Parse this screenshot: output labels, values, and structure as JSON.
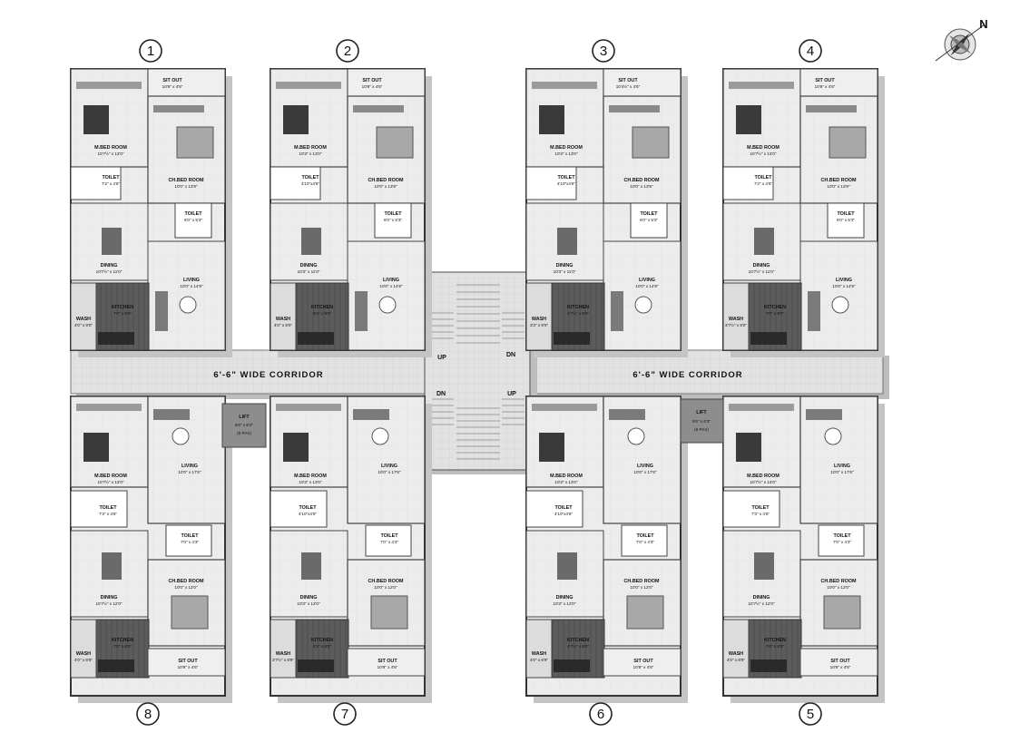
{
  "corridor": {
    "label_left": "6'-6\"  WIDE CORRIDOR",
    "label_right": "6'-6\"  WIDE CORRIDOR"
  },
  "stairs": {
    "up_top": "UP",
    "dn_top": "DN",
    "dn_bottom": "DN",
    "up_bottom": "UP"
  },
  "lifts": [
    {
      "title": "LIFT",
      "size": "6'6\" x 6'3\"",
      "note": "(8 PAX)"
    },
    {
      "title": "LIFT",
      "size": "6'6\" x 6'3\"",
      "note": "(8 PAX)"
    }
  ],
  "compass": {
    "label": "N"
  },
  "units": [
    {
      "number": "1",
      "bed_m": "M.BED ROOM",
      "bed_m_dim": "10'7½\" x 13'0\"",
      "toilet_m": "TOILET",
      "toilet_m_dim": "7'2\" x 4'6\"",
      "bed_c": "CH.BED ROOM",
      "bed_c_dim": "10'0\" x 13'9\"",
      "toilet_c": "TOILET",
      "toilet_c_dim": "6'0\" x 5'3\"",
      "sitout": "SIT OUT",
      "sitout_dim": "10'9\" x 4'6\"",
      "dining": "DINING",
      "dining_dim": "10'7½\" x 11'0\"",
      "living": "LIVING",
      "living_dim": "10'0\" x 14'9\"",
      "kitchen": "KITCHEN",
      "kitchen_dim": "7'0\" x 9'0\"",
      "wash": "WASH",
      "wash_dim": "4'0\" x 9'0\""
    },
    {
      "number": "2",
      "bed_m": "M.BED ROOM",
      "bed_m_dim": "10'3\" x 13'0\"",
      "toilet_m": "TOILET",
      "toilet_m_dim": "4'10\"x4'6\"",
      "bed_c": "CH.BED ROOM",
      "bed_c_dim": "10'0\" x 13'9\"",
      "toilet_c": "TOILET",
      "toilet_c_dim": "6'0\" x 5'3\"",
      "sitout": "SIT OUT",
      "sitout_dim": "10'9\" x 4'6\"",
      "dining": "DINING",
      "dining_dim": "10'3\" x 11'0\"",
      "living": "LIVING",
      "living_dim": "10'0\" x 14'9\"",
      "kitchen": "KITCHEN",
      "kitchen_dim": "6'3\" x 9'0\"",
      "wash": "WASH",
      "wash_dim": "4'0\" x 9'0\""
    },
    {
      "number": "3",
      "bed_m": "M.BED ROOM",
      "bed_m_dim": "10'3\" x 13'0\"",
      "toilet_m": "TOILET",
      "toilet_m_dim": "4'10\"x4'6\"",
      "bed_c": "CH.BED ROOM",
      "bed_c_dim": "10'0\" x 13'9\"",
      "toilet_c": "TOILET",
      "toilet_c_dim": "6'0\" x 5'3\"",
      "sitout": "SIT OUT",
      "sitout_dim": "10'4½\" x 4'6\"",
      "dining": "DINING",
      "dining_dim": "10'3\" x 11'0\"",
      "living": "LIVING",
      "living_dim": "10'0\" x 14'9\"",
      "kitchen": "KITCHEN",
      "kitchen_dim": "4'7½\" x 9'0\"",
      "wash": "WASH",
      "wash_dim": "3'3\" x 9'0\""
    },
    {
      "number": "4",
      "bed_m": "M.BED ROOM",
      "bed_m_dim": "10'7½\" x 13'0\"",
      "toilet_m": "TOILET",
      "toilet_m_dim": "7'2\" x 4'6\"",
      "bed_c": "CH.BED ROOM",
      "bed_c_dim": "10'0\" x 13'9\"",
      "toilet_c": "TOILET",
      "toilet_c_dim": "6'0\" x 5'3\"",
      "sitout": "SIT OUT",
      "sitout_dim": "10'9\" x 4'6\"",
      "dining": "DINING",
      "dining_dim": "10'7½\" x 11'0\"",
      "living": "LIVING",
      "living_dim": "10'0\" x 14'9\"",
      "kitchen": "KITCHEN",
      "kitchen_dim": "7'0\" x 9'0\"",
      "wash": "WASH",
      "wash_dim": "3'7½\" x 9'0\""
    },
    {
      "number": "5",
      "bed_m": "M.BED ROOM",
      "bed_m_dim": "10'7½\" x 13'0\"",
      "toilet_m": "TOILET",
      "toilet_m_dim": "7'3\" x 4'6\"",
      "bed_c": "CH.BED ROOM",
      "bed_c_dim": "10'0\" x 12'0\"",
      "toilet_c": "TOILET",
      "toilet_c_dim": "7'0\" x 4'3\"",
      "sitout": "SIT OUT",
      "sitout_dim": "10'9\" x 4'6\"",
      "dining": "DINING",
      "dining_dim": "10'7½\" x 12'0\"",
      "living": "LIVING",
      "living_dim": "10'0\" x 17'6\"",
      "kitchen": "KITCHEN",
      "kitchen_dim": "7'0\" x 8'0\"",
      "wash": "WASH",
      "wash_dim": "4'0\" x 8'9\""
    },
    {
      "number": "6",
      "bed_m": "M.BED ROOM",
      "bed_m_dim": "10'3\" x 13'0\"",
      "toilet_m": "TOILET",
      "toilet_m_dim": "4'10\"x4'6\"",
      "bed_c": "CH.BED ROOM",
      "bed_c_dim": "10'0\" x 12'0\"",
      "toilet_c": "TOILET",
      "toilet_c_dim": "7'0\" x 4'3\"",
      "sitout": "SIT OUT",
      "sitout_dim": "10'9\" x 4'6\"",
      "dining": "DINING",
      "dining_dim": "10'3\" x 12'0\"",
      "living": "LIVING",
      "living_dim": "10'0\" x 17'6\"",
      "kitchen": "KITCHEN",
      "kitchen_dim": "4'7½\" x 8'0\"",
      "wash": "WASH",
      "wash_dim": "4'0\" x 8'9\""
    },
    {
      "number": "7",
      "bed_m": "M.BED ROOM",
      "bed_m_dim": "10'3\" x 13'0\"",
      "toilet_m": "TOILET",
      "toilet_m_dim": "4'10\"x4'6\"",
      "bed_c": "CH.BED ROOM",
      "bed_c_dim": "10'0\" x 12'0\"",
      "toilet_c": "TOILET",
      "toilet_c_dim": "7'0\" x 4'3\"",
      "sitout": "SIT OUT",
      "sitout_dim": "10'9\" x 4'6\"",
      "dining": "DINING",
      "dining_dim": "10'3\" x 12'0\"",
      "living": "LIVING",
      "living_dim": "10'0\" x 17'6\"",
      "kitchen": "KITCHEN",
      "kitchen_dim": "6'3\" x 8'0\"",
      "wash": "WASH",
      "wash_dim": "3'7½\" x 8'9\""
    },
    {
      "number": "8",
      "bed_m": "M.BED ROOM",
      "bed_m_dim": "10'7½\" x 13'0\"",
      "toilet_m": "TOILET",
      "toilet_m_dim": "7'3\" x 4'6\"",
      "bed_c": "CH.BED ROOM",
      "bed_c_dim": "10'0\" x 12'0\"",
      "toilet_c": "TOILET",
      "toilet_c_dim": "7'0\" x 4'3\"",
      "sitout": "SIT OUT",
      "sitout_dim": "10'9\" x 4'6\"",
      "dining": "DINING",
      "dining_dim": "10'7½\" x 12'0\"",
      "living": "LIVING",
      "living_dim": "10'0\" x 17'6\"",
      "kitchen": "KITCHEN",
      "kitchen_dim": "7'0\" x 8'0\"",
      "wash": "WASH",
      "wash_dim": "4'0\" x 8'9\""
    }
  ]
}
